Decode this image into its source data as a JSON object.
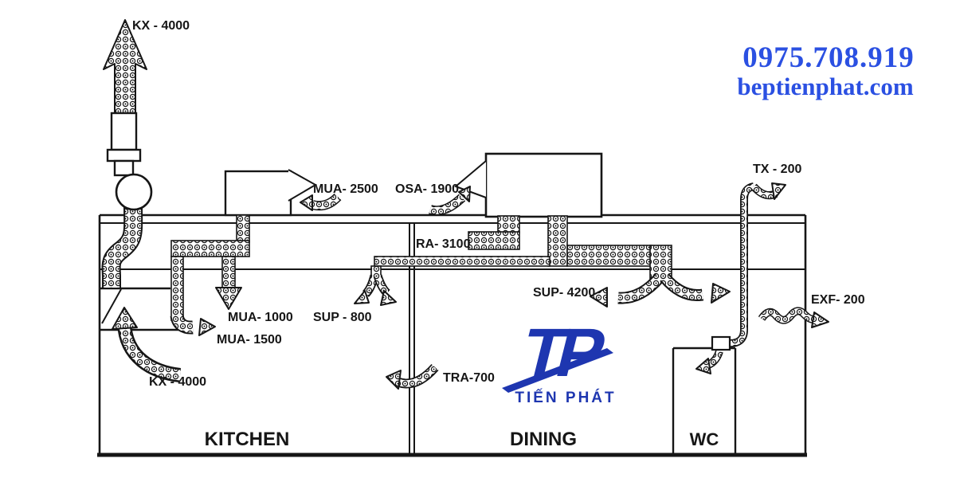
{
  "branding": {
    "phone": "0975.708.919",
    "website": "beptienphat.com",
    "logo_monogram": "TP",
    "logo_text": "TIẾN PHÁT",
    "accent_blue": "#2b50e2",
    "logo_blue": "#1e36b0"
  },
  "diagram": {
    "rooms": [
      {
        "name": "KITCHEN"
      },
      {
        "name": "DINING"
      },
      {
        "name": "WC"
      }
    ],
    "airflows": [
      {
        "id": "kx-stack",
        "label": "KX - 4000"
      },
      {
        "id": "mua-intake",
        "label": "MUA- 2500"
      },
      {
        "id": "osa-intake",
        "label": "OSA- 1900"
      },
      {
        "id": "ra-return",
        "label": "RA- 3100"
      },
      {
        "id": "mua-supply",
        "label": "MUA- 1000"
      },
      {
        "id": "mua-hood",
        "label": "MUA- 1500"
      },
      {
        "id": "sup-kitchen",
        "label": "SUP - 800"
      },
      {
        "id": "tra-transfer",
        "label": "TRA-700"
      },
      {
        "id": "sup-dining",
        "label": "SUP- 4200"
      },
      {
        "id": "kx-hood",
        "label": "KX - 4000"
      },
      {
        "id": "tx-toilet",
        "label": "TX - 200"
      },
      {
        "id": "exf-wall",
        "label": "EXF- 200"
      }
    ]
  }
}
